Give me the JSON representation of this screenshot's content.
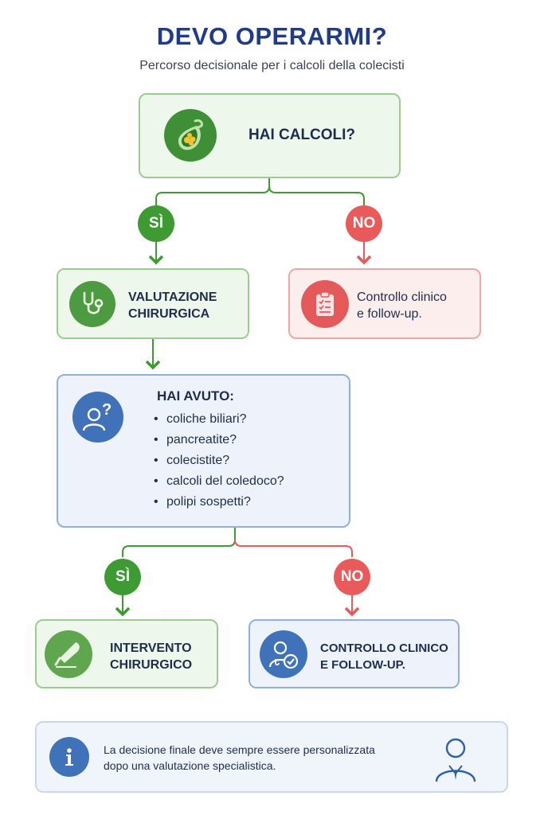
{
  "header": {
    "title": "DEVO OPERARMI?",
    "subtitle": "Percorso decisionale per i calcoli della colecisti"
  },
  "step1": {
    "label": "HAI CALCOLI?",
    "icon": "gallbladder-icon"
  },
  "branch1": {
    "yes": "SÌ",
    "no": "NO"
  },
  "surgical_eval": {
    "line1": "VALUTAZIONE",
    "line2": "CHIRURGICA",
    "icon": "stethoscope-icon"
  },
  "clinical_followup_1": {
    "line1": "Controllo clinico",
    "line2": "e follow-up.",
    "icon": "clipboard-icon"
  },
  "history": {
    "heading": "HAI AVUTO:",
    "items": [
      "coliche biliari?",
      "pancreatite?",
      "colecistite?",
      "calcoli del coledoco?",
      "polipi sospetti?"
    ],
    "icon": "person-question-icon"
  },
  "branch2": {
    "yes": "SÌ",
    "no": "NO"
  },
  "surgery": {
    "line1": "INTERVENTO",
    "line2": "CHIRURGICO",
    "icon": "scalpel-icon"
  },
  "clinical_followup_2": {
    "line1": "CONTROLLO CLINICO",
    "line2": "E FOLLOW-UP.",
    "icon": "doctor-check-icon"
  },
  "note": {
    "line1": "La decisione finale deve sempre essere personalizzata",
    "line2": "dopo una valutazione specialistica.",
    "icon": "info-icon",
    "person_icon": "specialist-icon"
  },
  "colors": {
    "title_blue": "#1f3c8a",
    "green": "#3e9a32",
    "red": "#e95b5b",
    "blue": "#3f72b8"
  }
}
